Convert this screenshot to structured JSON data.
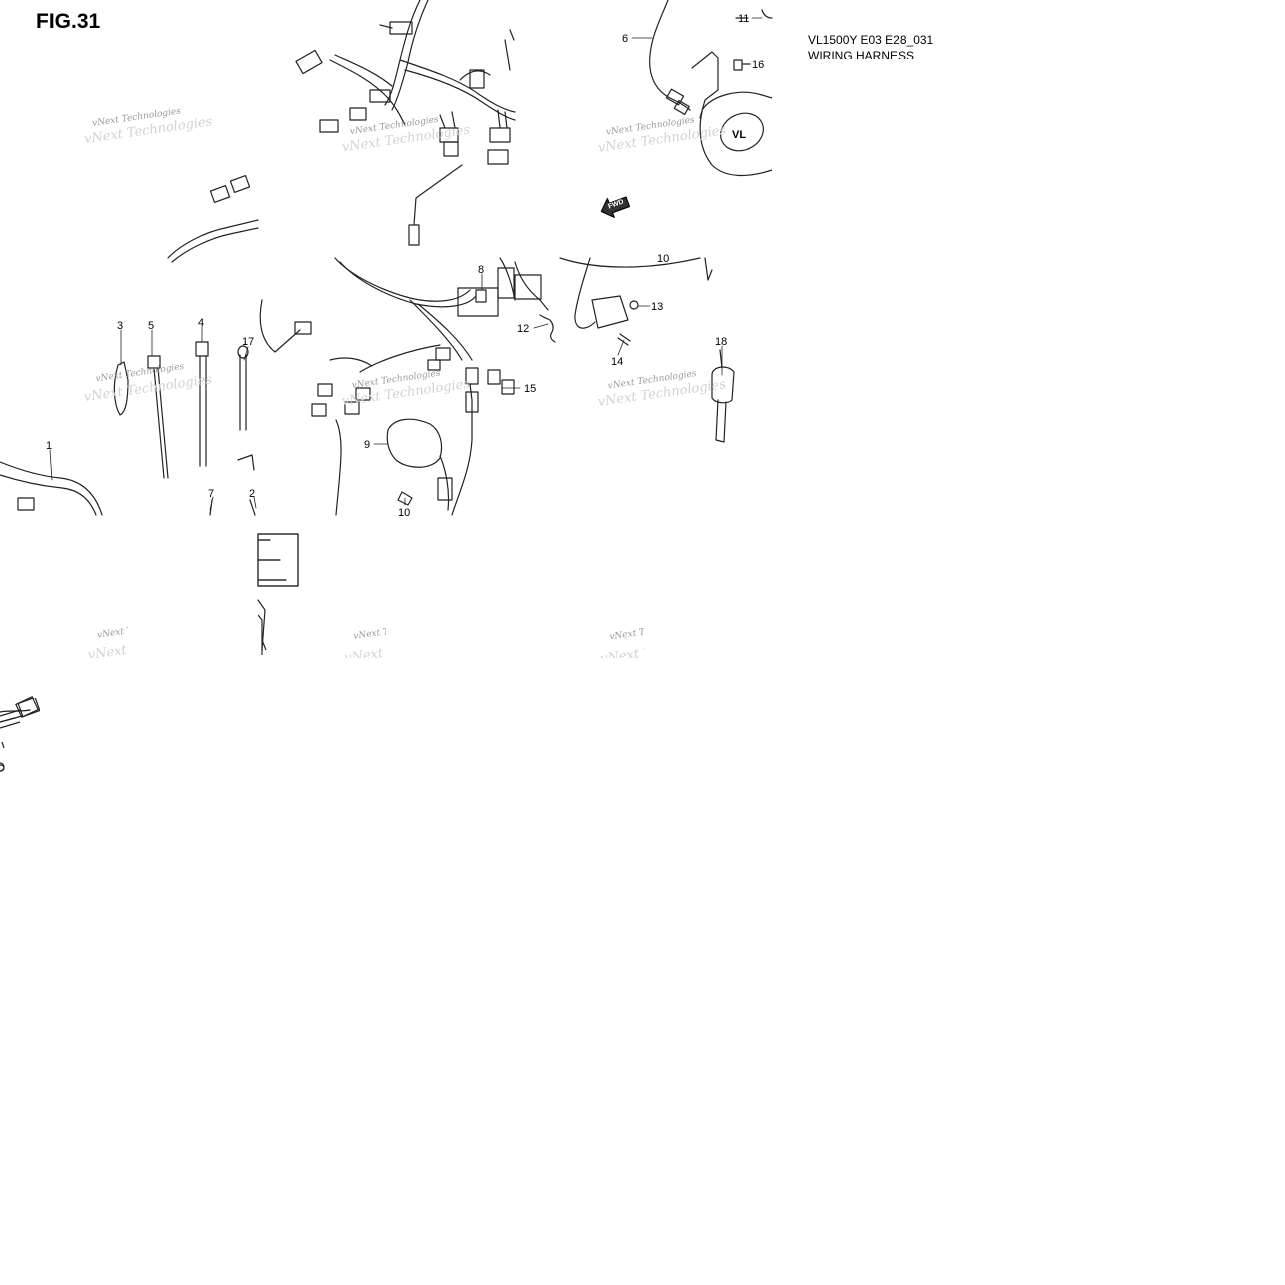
{
  "figure": {
    "title": "FIG.31",
    "code": "VL1500Y E03 E28_031",
    "subtitle": "WIRING HARNESS"
  },
  "watermark": "vNext Technologies",
  "arrow_label": "FWD",
  "emblem_text": "VL",
  "callouts": [
    "1",
    "2",
    "3",
    "4",
    "5",
    "6",
    "7",
    "8",
    "9",
    "10",
    "11",
    "12",
    "13",
    "14",
    "15",
    "16",
    "17",
    "18",
    "10"
  ],
  "colors": {
    "line": "#222222",
    "watermark": "#9a9a9a",
    "background": "#ffffff"
  }
}
